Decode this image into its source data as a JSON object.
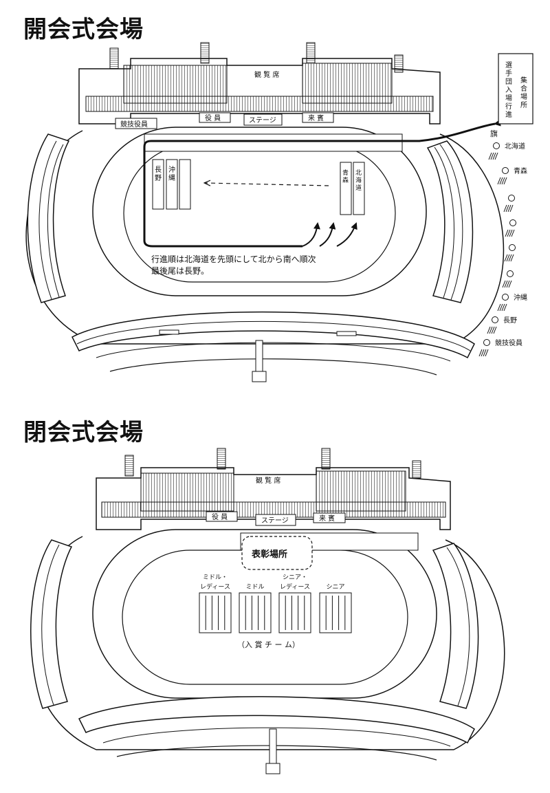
{
  "opening": {
    "title": "開会式会場",
    "stand_label": "観 覧 席",
    "officials_box": "役 員",
    "stage_box": "ステージ",
    "guests_box": "来 賓",
    "judges_box": "競技役員",
    "assembly_label": "選手団入場行進 集合場所",
    "flag_label": "旗",
    "teams_left": [
      "長野",
      "沖縄",
      ""
    ],
    "teams_right": [
      "青森",
      "北海道"
    ],
    "procession": [
      "北海道",
      "青森",
      "沖縄",
      "長野",
      "競技役員"
    ],
    "note_line1": "行進順は北海道を先頭にして北から南へ順次",
    "note_line2": "最後尾は長野。"
  },
  "closing": {
    "title": "閉会式会場",
    "stand_label": "観 覧 席",
    "officials_box": "役 員",
    "stage_box": "ステージ",
    "guests_box": "来 賓",
    "award_area": "表彰場所",
    "groups": [
      {
        "line1": "ミドル・",
        "line2": "レディース"
      },
      {
        "line1": "",
        "line2": "ミドル"
      },
      {
        "line1": "シニア・",
        "line2": "レディース"
      },
      {
        "line1": "",
        "line2": "シニア"
      }
    ],
    "winners_label": "（入 賞 チ ー ム）"
  }
}
